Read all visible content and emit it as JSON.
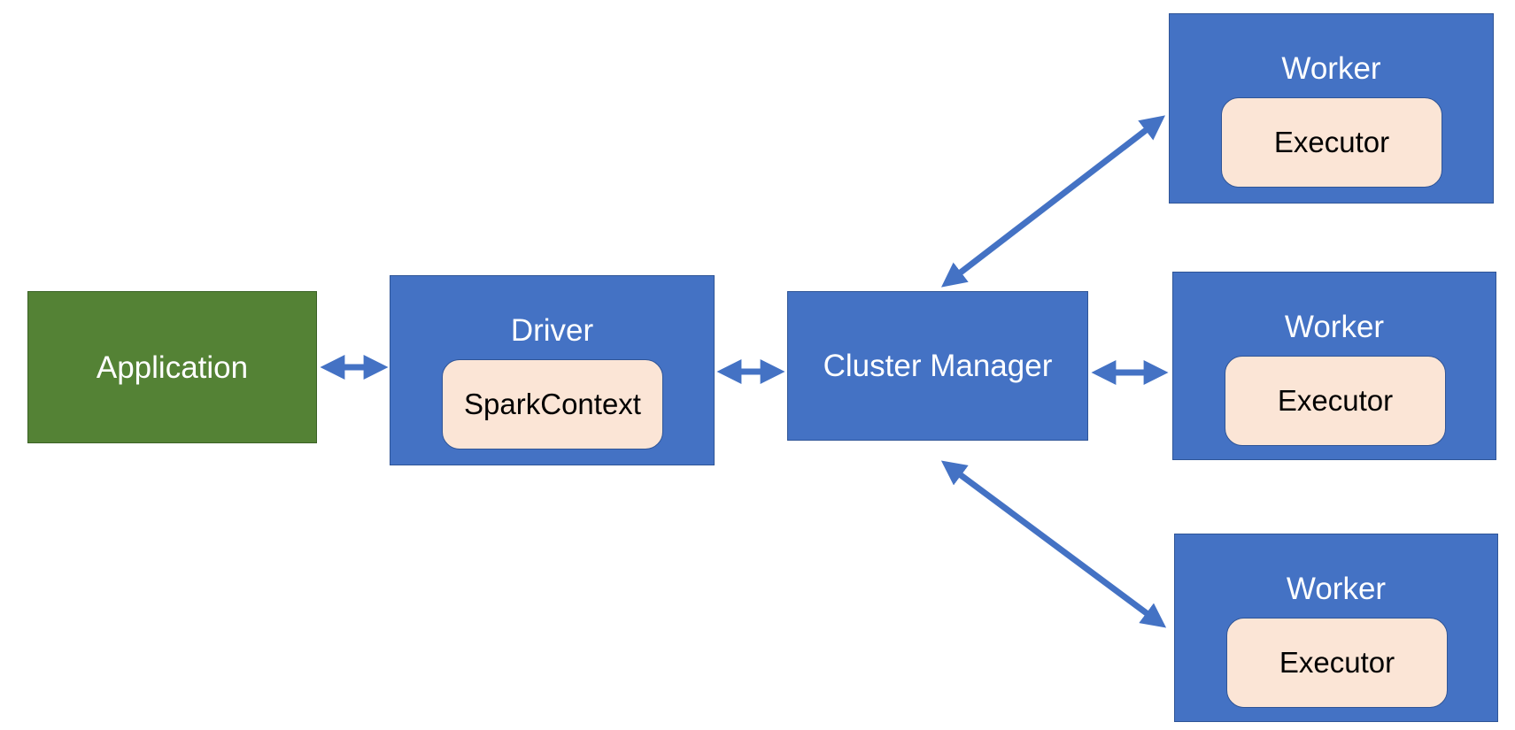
{
  "colors": {
    "node_blue": "#4472c4",
    "node_green": "#548235",
    "inner_fill": "#fbe5d6",
    "arrow": "#4472c4",
    "text_light": "#ffffff",
    "text_dark": "#000000"
  },
  "nodes": {
    "application": {
      "label": "Application"
    },
    "driver": {
      "label": "Driver",
      "inner_label": "SparkContext"
    },
    "cluster_manager": {
      "label": "Cluster Manager"
    },
    "workers": [
      {
        "label": "Worker",
        "inner_label": "Executor"
      },
      {
        "label": "Worker",
        "inner_label": "Executor"
      },
      {
        "label": "Worker",
        "inner_label": "Executor"
      }
    ]
  },
  "edges": [
    {
      "from": "Application",
      "to": "Driver",
      "direction": "bidirectional"
    },
    {
      "from": "Driver",
      "to": "Cluster Manager",
      "direction": "bidirectional"
    },
    {
      "from": "Cluster Manager",
      "to": "Worker",
      "direction": "bidirectional"
    },
    {
      "from": "Cluster Manager",
      "to": "Worker",
      "direction": "bidirectional"
    },
    {
      "from": "Cluster Manager",
      "to": "Worker",
      "direction": "bidirectional"
    }
  ]
}
